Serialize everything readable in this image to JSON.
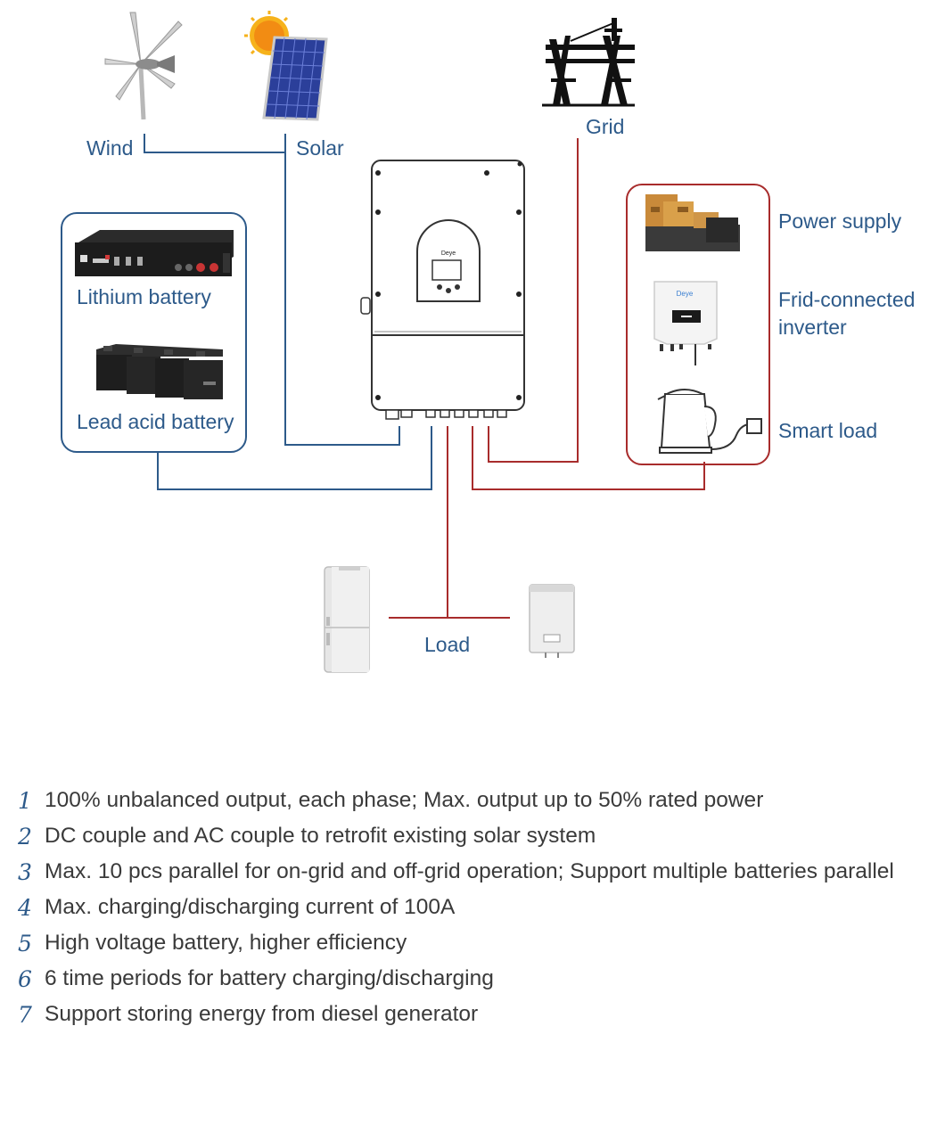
{
  "labels": {
    "wind": "Wind",
    "solar": "Solar",
    "grid": "Grid",
    "lithium_battery": "Lithium battery",
    "lead_acid_battery": "Lead acid battery",
    "power_supply": "Power supply",
    "grid_inverter": "Frid-connected inverter",
    "smart_load": "Smart load",
    "load": "Load"
  },
  "device_logo": "Deye",
  "colors": {
    "dc_line": "#2d5a8a",
    "ac_line": "#a82c2c",
    "label_text": "#2d5a8a",
    "feature_text": "#3a3a3a"
  },
  "features": [
    {
      "num": "1",
      "text": "100% unbalanced output, each phase; Max. output up to 50% rated power"
    },
    {
      "num": "2",
      "text": "DC couple and AC couple to retrofit existing solar system"
    },
    {
      "num": "3",
      "text": "Max. 10 pcs parallel for on-grid and off-grid operation; Support multiple batteries parallel"
    },
    {
      "num": "4",
      "text": "Max. charging/discharging current of 100A"
    },
    {
      "num": "5",
      "text": "High voltage battery, higher efficiency"
    },
    {
      "num": "6",
      "text": "6 time periods for battery charging/discharging"
    },
    {
      "num": "7",
      "text": "Support storing energy from diesel generator"
    }
  ]
}
